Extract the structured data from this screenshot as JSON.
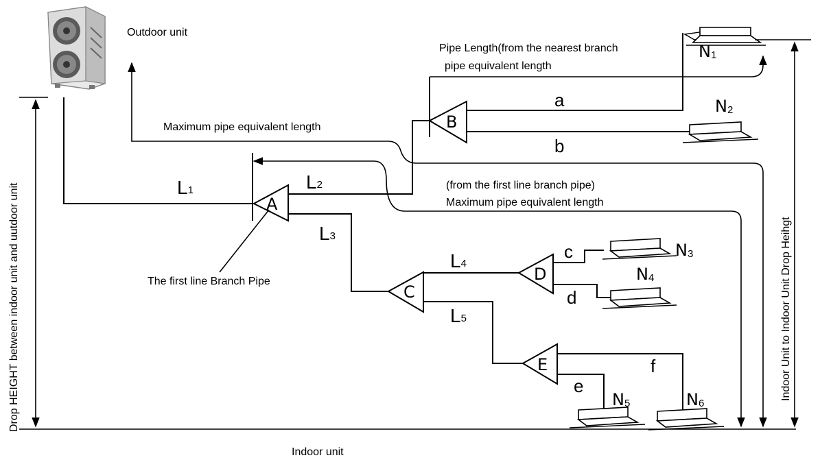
{
  "labels": {
    "outdoor_unit": "Outdoor unit",
    "indoor_unit": "Indoor unit",
    "pipe_length_line1": "Pipe Length(from the nearest branch",
    "pipe_length_line2": "pipe equivalent length",
    "max_pipe_1": "Maximum pipe equivalent length",
    "from_first_branch": "(from the first line branch pipe)",
    "max_pipe_2": "Maximum pipe equivalent length",
    "first_branch_pipe": "The first line Branch Pipe",
    "drop_height_outdoor": "Drop HEIGHT between indoor unit and uutdoor unit",
    "indoor_drop_height": "Indoor Unit to Indoor Unit Drop Heihgt"
  },
  "pipes": {
    "L1": "L",
    "L1_sub": "1",
    "L2": "L",
    "L2_sub": "2",
    "L3": "L",
    "L3_sub": "3",
    "L4": "L",
    "L4_sub": "4",
    "L5": "L",
    "L5_sub": "5",
    "a": "a",
    "b": "b",
    "c": "c",
    "d": "d",
    "e": "e",
    "f": "f"
  },
  "branches": {
    "A": "A",
    "B": "B",
    "C": "C",
    "D": "D",
    "E": "E"
  },
  "indoor_units": {
    "N1": "N",
    "N1_sub": "1",
    "N2": "N",
    "N2_sub": "2",
    "N3": "N",
    "N3_sub": "3",
    "N4": "N",
    "N4_sub": "4",
    "N5": "N",
    "N5_sub": "5",
    "N6": "N",
    "N6_sub": "6"
  }
}
